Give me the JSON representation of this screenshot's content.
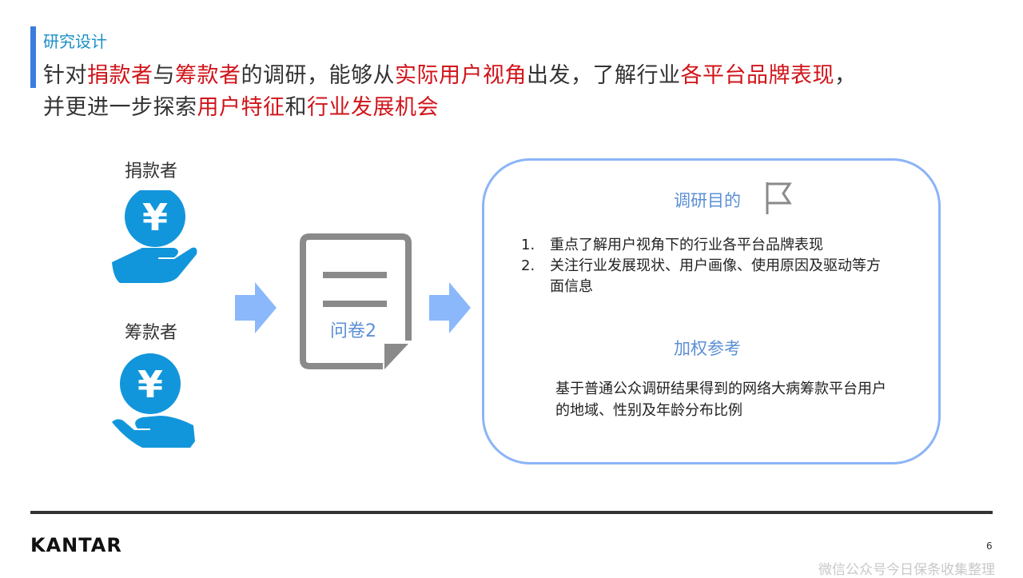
{
  "section_label": "研究设计",
  "headline": {
    "line1": [
      {
        "t": "针对",
        "r": false
      },
      {
        "t": "捐款者",
        "r": true
      },
      {
        "t": "与",
        "r": false
      },
      {
        "t": "筹款者",
        "r": true
      },
      {
        "t": "的调研，能够从",
        "r": false
      },
      {
        "t": "实际用户视角",
        "r": true
      },
      {
        "t": "出发，了解行业",
        "r": false
      },
      {
        "t": "各平台品牌表现",
        "r": true
      },
      {
        "t": "，",
        "r": false
      }
    ],
    "line2": [
      {
        "t": "并更进一步探索",
        "r": false
      },
      {
        "t": "用户特征",
        "r": true
      },
      {
        "t": "和",
        "r": false
      },
      {
        "t": "行业发展机会",
        "r": true
      }
    ]
  },
  "roles": {
    "donor": "捐款者",
    "fundraiser": "筹款者"
  },
  "questionnaire_label": "问卷2",
  "panel": {
    "purpose_title": "调研目的",
    "purpose_items": [
      {
        "n": "1.",
        "t": "重点了解用户视角下的行业各平台品牌表现"
      },
      {
        "n": "2.",
        "t": "关注行业发展现状、用户画像、使用原因及驱动等方面信息"
      }
    ],
    "weight_title": "加权参考",
    "weight_text": "基于普通公众调研结果得到的网络大病筹款平台用户的地域、性别及年龄分布比例"
  },
  "footer": {
    "logo": "KANTAR",
    "page": "6",
    "watermark": "微信公众号今日保条收集整理"
  },
  "colors": {
    "accent": "#3b7ddd",
    "red": "#d0141a",
    "icon_blue": "#1296db",
    "arrow": "#8bb8fb"
  }
}
